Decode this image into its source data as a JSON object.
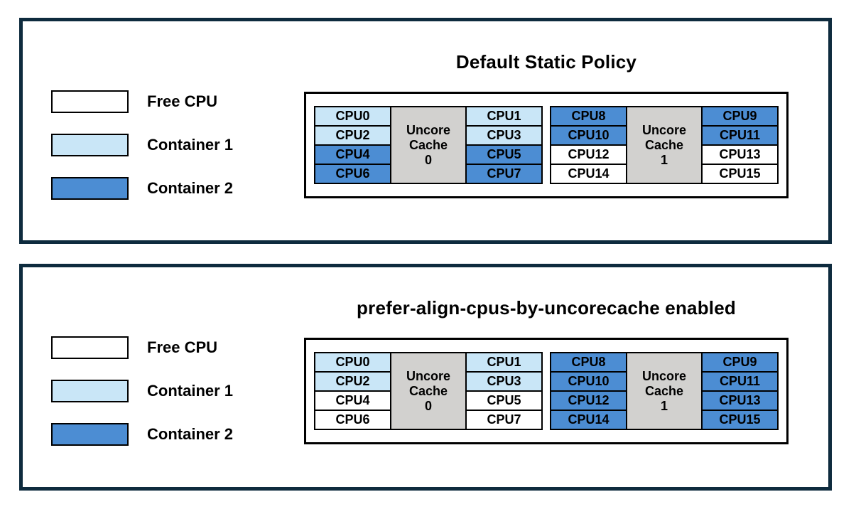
{
  "colors": {
    "free": "#FFFFFF",
    "container1": "#C9E6F7",
    "container2": "#4C8DD3",
    "uncore": "#D2D1CF",
    "panel_border": "#0E2B3E",
    "line": "#000000"
  },
  "legend": {
    "items": [
      {
        "label": "Free CPU",
        "type": "free"
      },
      {
        "label": "Container 1",
        "type": "container1"
      },
      {
        "label": "Container 2",
        "type": "container2"
      }
    ]
  },
  "panels": [
    {
      "title": "Default Static Policy",
      "groups": [
        {
          "uncore_lines": [
            "Uncore",
            "Cache",
            "0"
          ],
          "left_cpus": [
            {
              "label": "CPU0",
              "type": "container1"
            },
            {
              "label": "CPU2",
              "type": "container1"
            },
            {
              "label": "CPU4",
              "type": "container2"
            },
            {
              "label": "CPU6",
              "type": "container2"
            }
          ],
          "right_cpus": [
            {
              "label": "CPU1",
              "type": "container1"
            },
            {
              "label": "CPU3",
              "type": "container1"
            },
            {
              "label": "CPU5",
              "type": "container2"
            },
            {
              "label": "CPU7",
              "type": "container2"
            }
          ]
        },
        {
          "uncore_lines": [
            "Uncore",
            "Cache",
            "1"
          ],
          "left_cpus": [
            {
              "label": "CPU8",
              "type": "container2"
            },
            {
              "label": "CPU10",
              "type": "container2"
            },
            {
              "label": "CPU12",
              "type": "free"
            },
            {
              "label": "CPU14",
              "type": "free"
            }
          ],
          "right_cpus": [
            {
              "label": "CPU9",
              "type": "container2"
            },
            {
              "label": "CPU11",
              "type": "container2"
            },
            {
              "label": "CPU13",
              "type": "free"
            },
            {
              "label": "CPU15",
              "type": "free"
            }
          ]
        }
      ]
    },
    {
      "title": "prefer-align-cpus-by-uncorecache enabled",
      "groups": [
        {
          "uncore_lines": [
            "Uncore",
            "Cache",
            "0"
          ],
          "left_cpus": [
            {
              "label": "CPU0",
              "type": "container1"
            },
            {
              "label": "CPU2",
              "type": "container1"
            },
            {
              "label": "CPU4",
              "type": "free"
            },
            {
              "label": "CPU6",
              "type": "free"
            }
          ],
          "right_cpus": [
            {
              "label": "CPU1",
              "type": "container1"
            },
            {
              "label": "CPU3",
              "type": "container1"
            },
            {
              "label": "CPU5",
              "type": "free"
            },
            {
              "label": "CPU7",
              "type": "free"
            }
          ]
        },
        {
          "uncore_lines": [
            "Uncore",
            "Cache",
            "1"
          ],
          "left_cpus": [
            {
              "label": "CPU8",
              "type": "container2"
            },
            {
              "label": "CPU10",
              "type": "container2"
            },
            {
              "label": "CPU12",
              "type": "container2"
            },
            {
              "label": "CPU14",
              "type": "container2"
            }
          ],
          "right_cpus": [
            {
              "label": "CPU9",
              "type": "container2"
            },
            {
              "label": "CPU11",
              "type": "container2"
            },
            {
              "label": "CPU13",
              "type": "container2"
            },
            {
              "label": "CPU15",
              "type": "container2"
            }
          ]
        }
      ]
    }
  ]
}
